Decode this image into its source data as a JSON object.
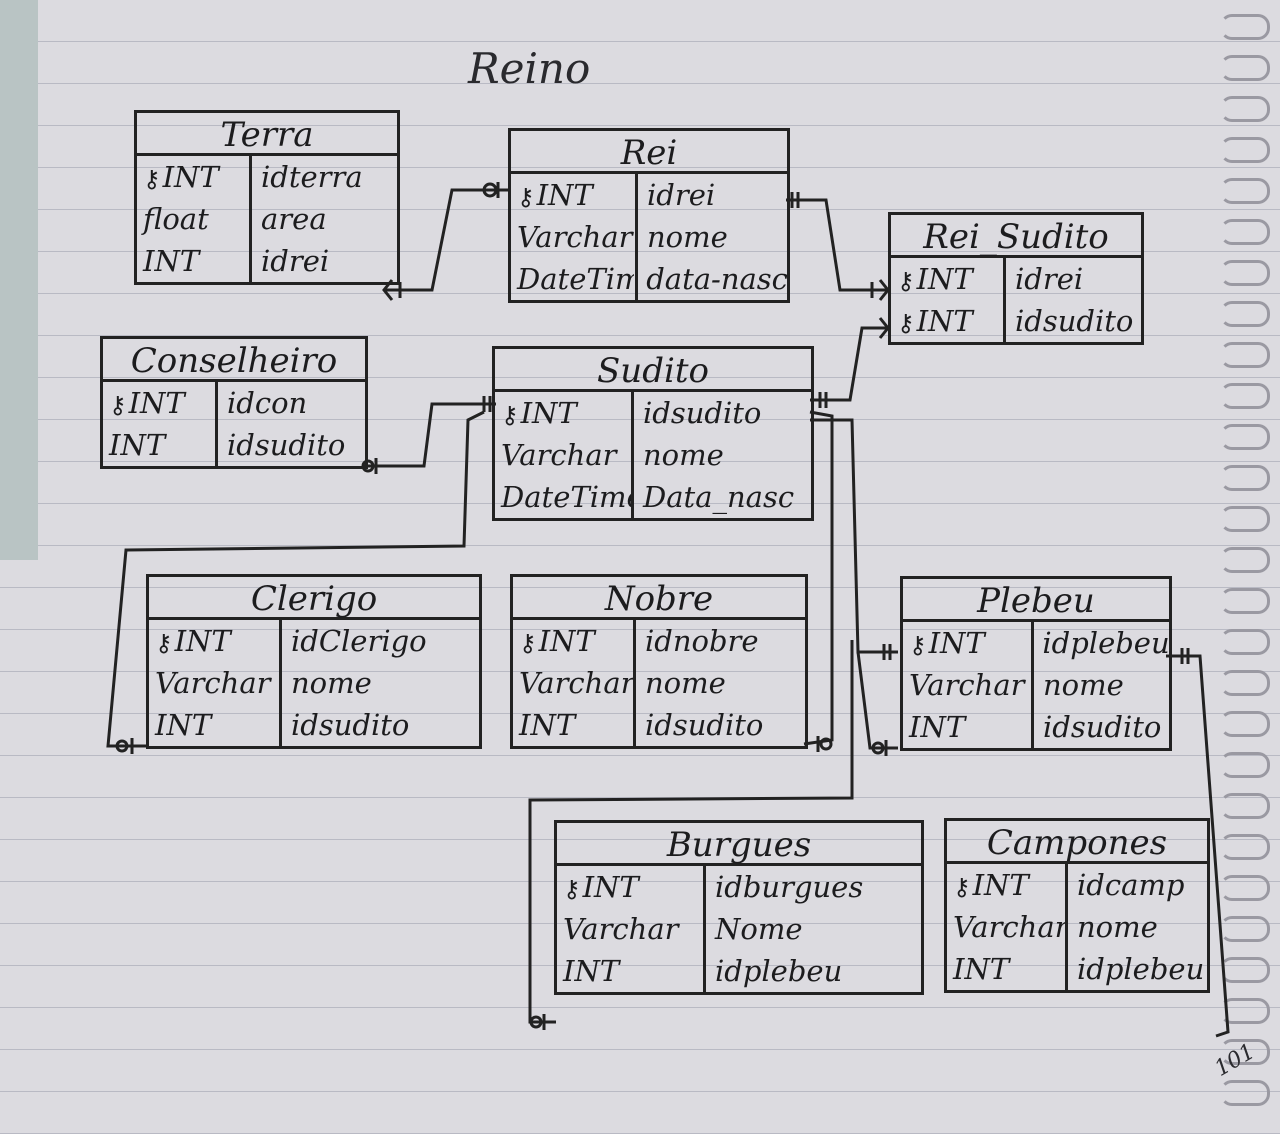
{
  "title": "Reino",
  "note": "101",
  "entities": {
    "terra": {
      "name": "Terra",
      "rows": [
        {
          "key": true,
          "type": "INT",
          "name": "idterra"
        },
        {
          "key": false,
          "type": "float",
          "name": "area"
        },
        {
          "key": false,
          "type": "INT",
          "name": "idrei"
        }
      ]
    },
    "rei": {
      "name": "Rei",
      "rows": [
        {
          "key": true,
          "type": "INT",
          "name": "idrei"
        },
        {
          "key": false,
          "type": "Varchar",
          "name": "nome"
        },
        {
          "key": false,
          "type": "DateTime",
          "name": "data-nasc"
        }
      ]
    },
    "rei_sudito": {
      "name": "Rei_Sudito",
      "rows": [
        {
          "key": true,
          "type": "INT",
          "name": "idrei"
        },
        {
          "key": true,
          "type": "INT",
          "name": "idsudito"
        }
      ]
    },
    "conselheiro": {
      "name": "Conselheiro",
      "rows": [
        {
          "key": true,
          "type": "INT",
          "name": "idcon"
        },
        {
          "key": false,
          "type": "INT",
          "name": "idsudito"
        }
      ]
    },
    "sudito": {
      "name": "Sudito",
      "rows": [
        {
          "key": true,
          "type": "INT",
          "name": "idsudito"
        },
        {
          "key": false,
          "type": "Varchar",
          "name": "nome"
        },
        {
          "key": false,
          "type": "DateTime",
          "name": "Data_nasc"
        }
      ]
    },
    "clerigo": {
      "name": "Clerigo",
      "rows": [
        {
          "key": true,
          "type": "INT",
          "name": "idClerigo"
        },
        {
          "key": false,
          "type": "Varchar",
          "name": "nome"
        },
        {
          "key": false,
          "type": "INT",
          "name": "idsudito"
        }
      ]
    },
    "nobre": {
      "name": "Nobre",
      "rows": [
        {
          "key": true,
          "type": "INT",
          "name": "idnobre"
        },
        {
          "key": false,
          "type": "Varchar",
          "name": "nome"
        },
        {
          "key": false,
          "type": "INT",
          "name": "idsudito"
        }
      ]
    },
    "plebeu": {
      "name": "Plebeu",
      "rows": [
        {
          "key": true,
          "type": "INT",
          "name": "idplebeu"
        },
        {
          "key": false,
          "type": "Varchar",
          "name": "nome"
        },
        {
          "key": false,
          "type": "INT",
          "name": "idsudito"
        }
      ]
    },
    "burgues": {
      "name": "Burgues",
      "rows": [
        {
          "key": true,
          "type": "INT",
          "name": "idburgues"
        },
        {
          "key": false,
          "type": "Varchar",
          "name": "Nome"
        },
        {
          "key": false,
          "type": "INT",
          "name": "idplebeu"
        }
      ]
    },
    "campones": {
      "name": "Campones",
      "rows": [
        {
          "key": true,
          "type": "INT",
          "name": "idcamp"
        },
        {
          "key": false,
          "type": "Varchar",
          "name": "nome"
        },
        {
          "key": false,
          "type": "INT",
          "name": "idplebeu"
        }
      ]
    }
  }
}
